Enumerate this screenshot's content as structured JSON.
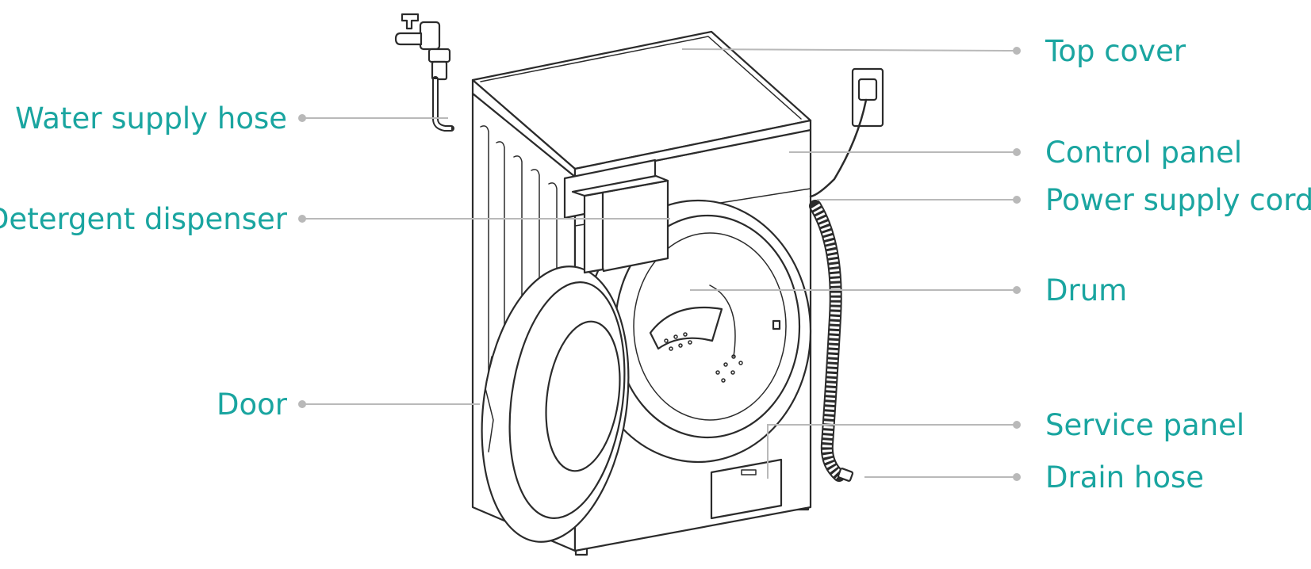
{
  "labels": {
    "water_supply_hose": "Water supply hose",
    "detergent_dispenser": "Detergent dispenser",
    "door": "Door",
    "top_cover": "Top cover",
    "control_panel": "Control panel",
    "power_supply_cord": "Power supply cord",
    "drum": "Drum",
    "service_panel": "Service panel",
    "drain_hose": "Drain hose"
  },
  "colors": {
    "label_text": "#1aa5a0",
    "leader_line": "#b9b9b9",
    "outline": "#2b2b2b"
  }
}
